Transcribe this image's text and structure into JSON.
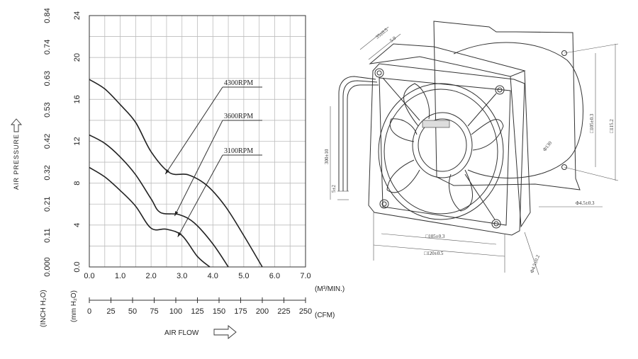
{
  "chart_data": {
    "type": "line",
    "x_label": "(M³/MIN.)",
    "x_ticks": [
      "0.0",
      "1.0",
      "2.0",
      "3.0",
      "4.0",
      "5.0",
      "6.0",
      "7.0"
    ],
    "xlim": [
      0,
      7
    ],
    "x2_label": "(CFM)",
    "x2_ticks": [
      "0",
      "25",
      "50",
      "75",
      "100",
      "125",
      "150",
      "175",
      "200",
      "225",
      "250"
    ],
    "y_label_mm": "(mm H₂O)",
    "y_ticks_mm": [
      "0.0",
      "4",
      "8",
      "12",
      "16",
      "20",
      "24"
    ],
    "ylim": [
      0,
      24
    ],
    "y_label_inch": "(INCH H₂O)",
    "y_ticks_inch": [
      "0.000",
      "0.11",
      "0.21",
      "0.32",
      "0.42",
      "0.53",
      "0.63",
      "0.74",
      "0.84"
    ],
    "axis_title_y": "AIR PRESSURE",
    "axis_title_x": "AIR FLOW",
    "grid": true,
    "series": [
      {
        "name": "4300RPM",
        "x": [
          0,
          0.5,
          1.0,
          1.5,
          2.0,
          2.6,
          3.2,
          3.8,
          4.4,
          5.0,
          5.6
        ],
        "y": [
          17.9,
          17.0,
          15.5,
          13.8,
          11.0,
          9.0,
          8.8,
          7.8,
          5.8,
          3.0,
          0
        ]
      },
      {
        "name": "3600RPM",
        "x": [
          0,
          0.5,
          1.0,
          1.5,
          2.0,
          2.3,
          2.9,
          3.4,
          4.0,
          4.5
        ],
        "y": [
          12.6,
          11.8,
          10.5,
          8.8,
          6.5,
          5.2,
          5.0,
          4.2,
          2.2,
          0
        ]
      },
      {
        "name": "3100RPM",
        "x": [
          0,
          0.5,
          1.0,
          1.5,
          2.0,
          2.5,
          3.0,
          3.5,
          3.9
        ],
        "y": [
          9.5,
          8.6,
          7.3,
          5.8,
          3.7,
          3.6,
          3.0,
          1.0,
          0
        ]
      }
    ]
  },
  "drawing": {
    "dims": [
      "35±0.5",
      "5.0",
      "300±10",
      "5±2",
      "□105±0.3",
      "□115.2",
      "Φ130",
      "Φ4.5±0.3",
      "□105±0.3",
      "□120±0.5",
      "Φ4.5±0.2"
    ]
  }
}
